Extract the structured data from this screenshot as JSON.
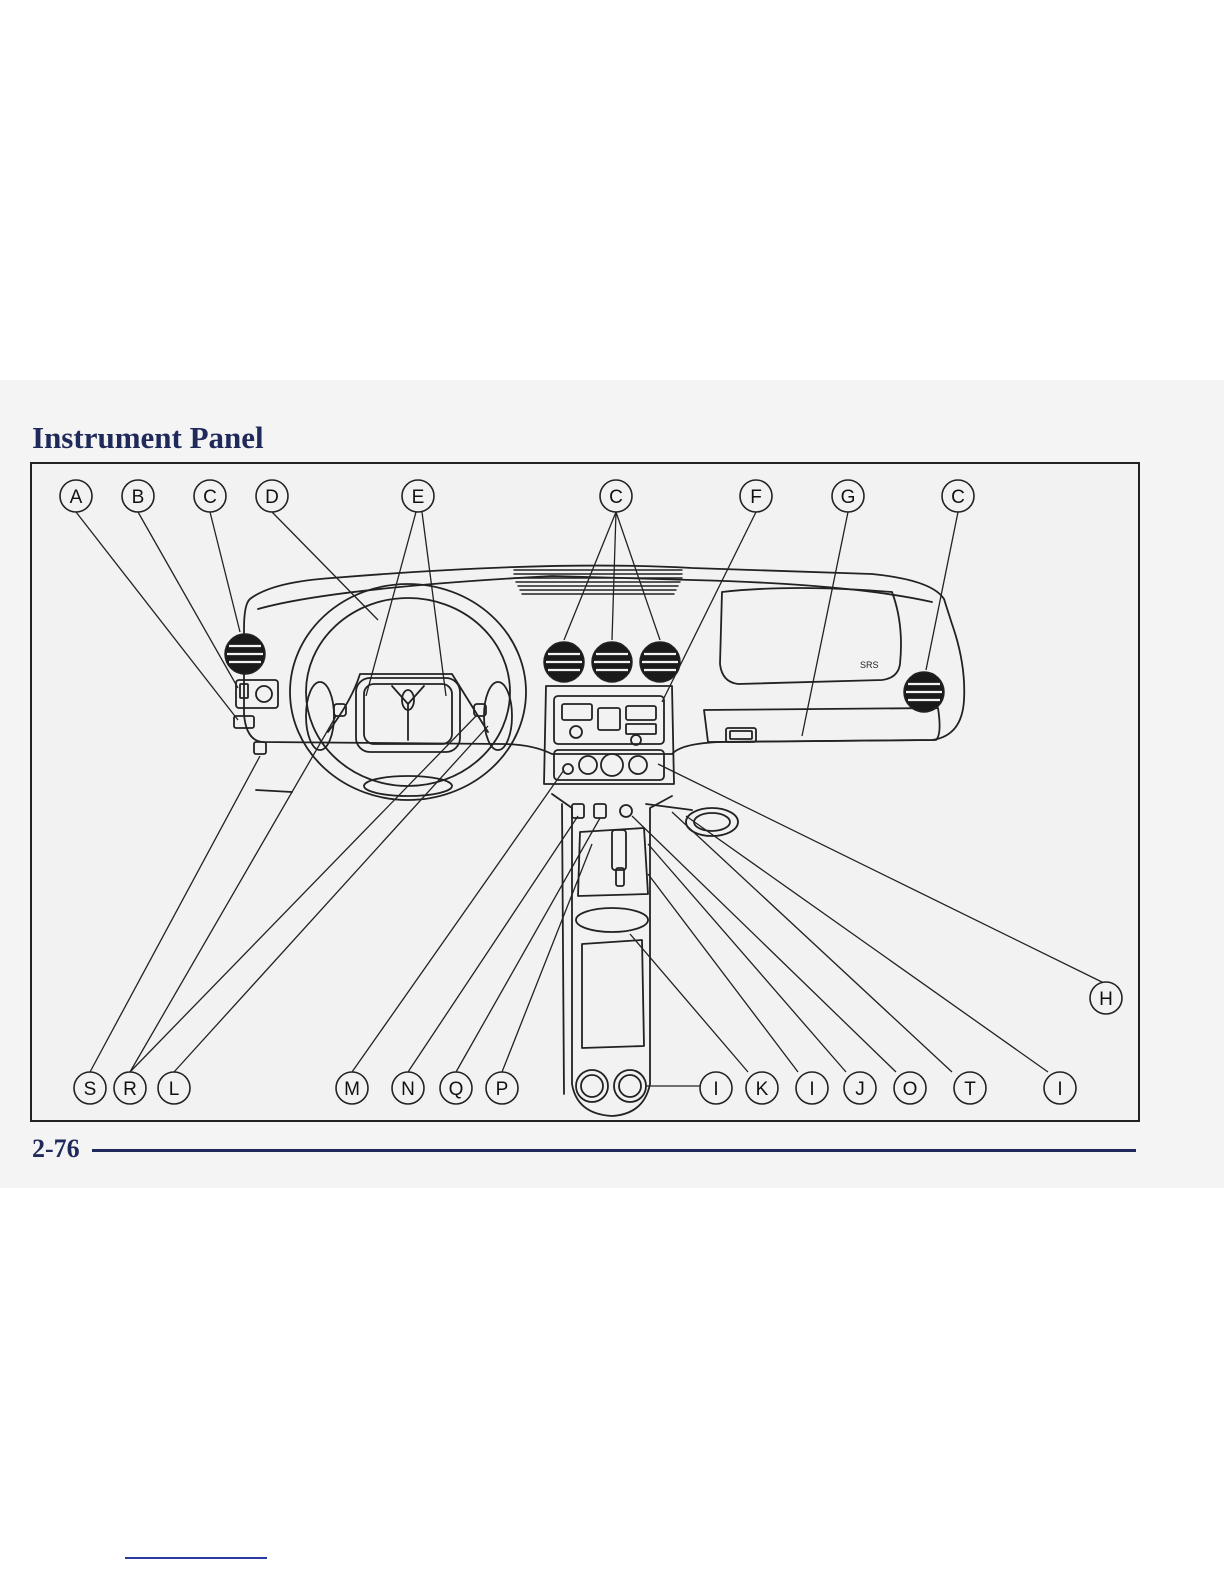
{
  "page": {
    "title": "Instrument Panel",
    "page_number": "2-76"
  },
  "diagram": {
    "panel_text": "SRS",
    "callouts_top": [
      "A",
      "B",
      "C",
      "D",
      "E",
      "C",
      "F",
      "G",
      "C"
    ],
    "callout_right": "H",
    "callouts_bottom": [
      "S",
      "R",
      "L",
      "M",
      "N",
      "Q",
      "P",
      "I",
      "K",
      "I",
      "J",
      "O",
      "T",
      "I"
    ]
  }
}
